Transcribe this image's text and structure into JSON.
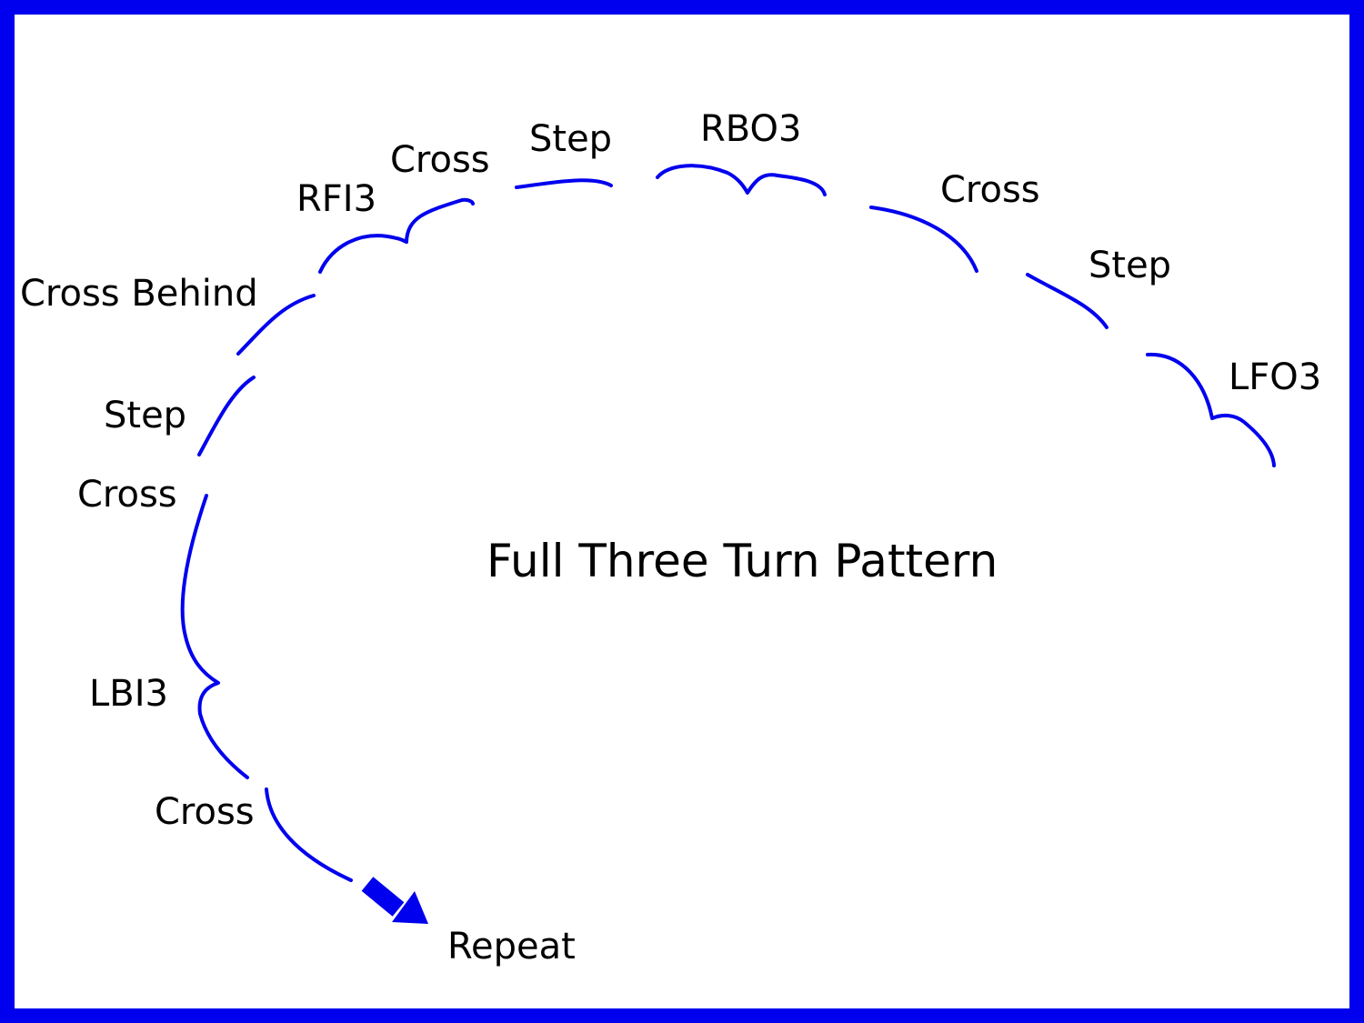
{
  "title": "Full Three Turn Pattern",
  "labels": {
    "cross_behind": "Cross Behind",
    "rfi3": "RFI3",
    "cross_1": "Cross",
    "step_1": "Step",
    "rbo3": "RBO3",
    "cross_2": "Cross",
    "step_2": "Step",
    "lfo3": "LFO3",
    "step_3": "Step",
    "cross_3": "Cross",
    "lbi3": "LBI3",
    "cross_4": "Cross",
    "repeat": "Repeat"
  },
  "colors": {
    "border": "#0000ee",
    "tracing": "#0000ee",
    "text": "#000000",
    "background": "#ffffff"
  },
  "icons": {
    "arrow": "arrow-down-right-icon"
  }
}
